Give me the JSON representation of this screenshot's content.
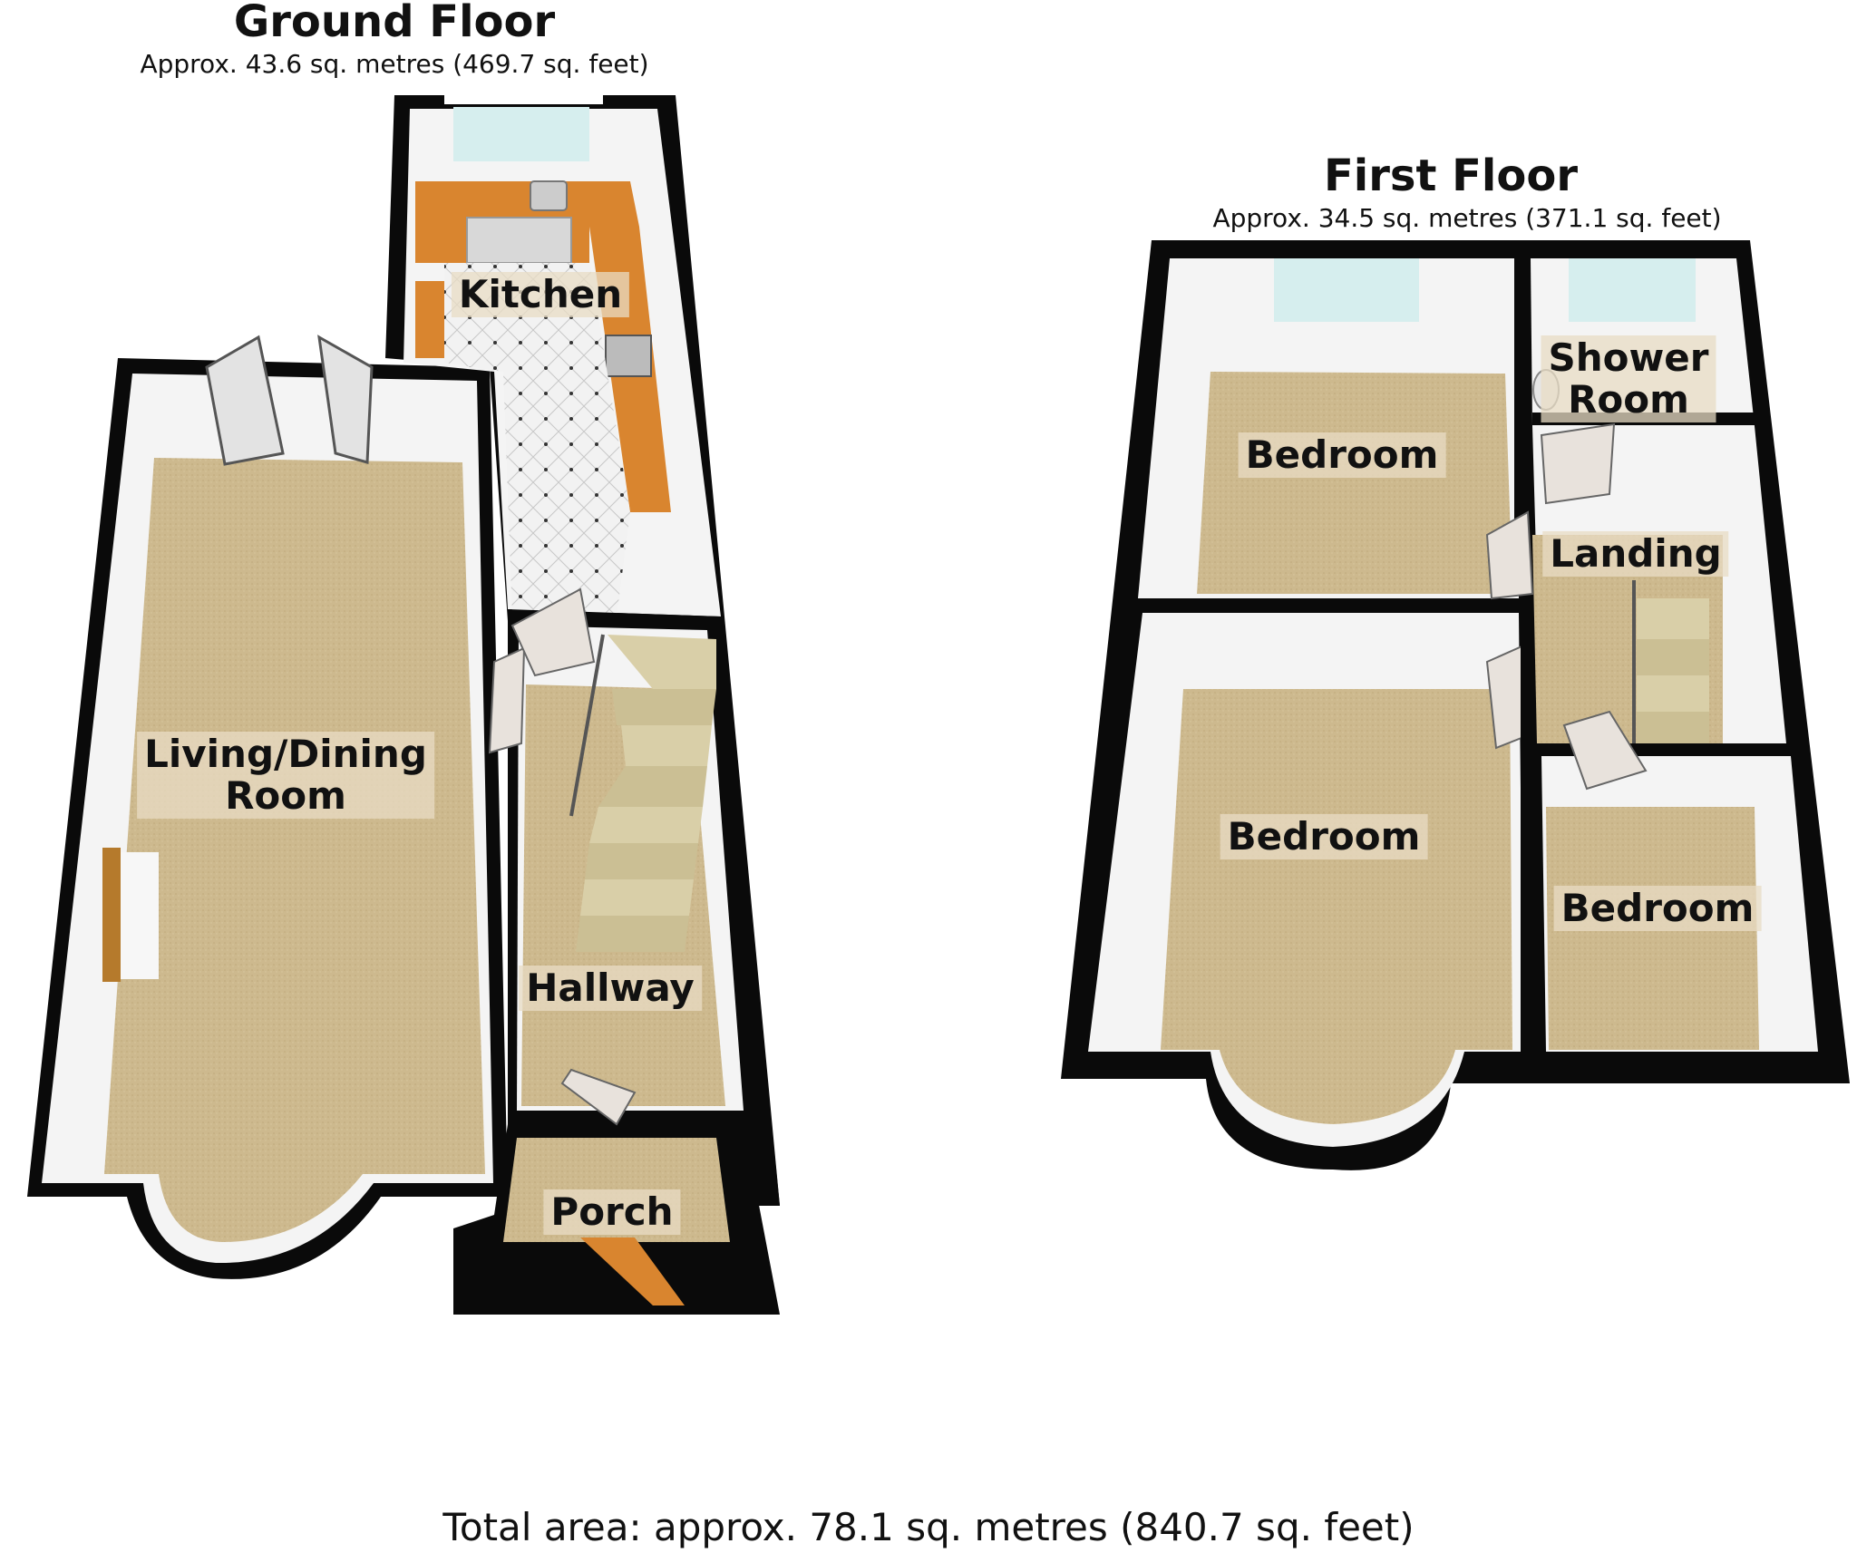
{
  "ground_floor": {
    "title": "Ground Floor",
    "area": "Approx. 43.6 sq. metres (469.7 sq. feet)",
    "rooms": {
      "kitchen": "Kitchen",
      "living_dining": "Living/Dining\nRoom",
      "hallway": "Hallway",
      "porch": "Porch"
    }
  },
  "first_floor": {
    "title": "First Floor",
    "area": "Approx. 34.5 sq. metres (371.1 sq. feet)",
    "rooms": {
      "shower_room": "Shower\nRoom",
      "bedroom_rear": "Bedroom",
      "landing": "Landing",
      "bedroom_front": "Bedroom",
      "bedroom_small": "Bedroom"
    }
  },
  "total_area": "Total area: approx. 78.1 sq. metres (840.7 sq. feet)",
  "colors": {
    "wall": "#0a0a0a",
    "wall_face": "#f4f4f4",
    "carpet": "#cdb98e",
    "kitchen_worktop": "#d9852f",
    "kitchen_floor": "#eeeeee",
    "window_glass": "#d6eeee",
    "door": "#e8e2dc"
  }
}
